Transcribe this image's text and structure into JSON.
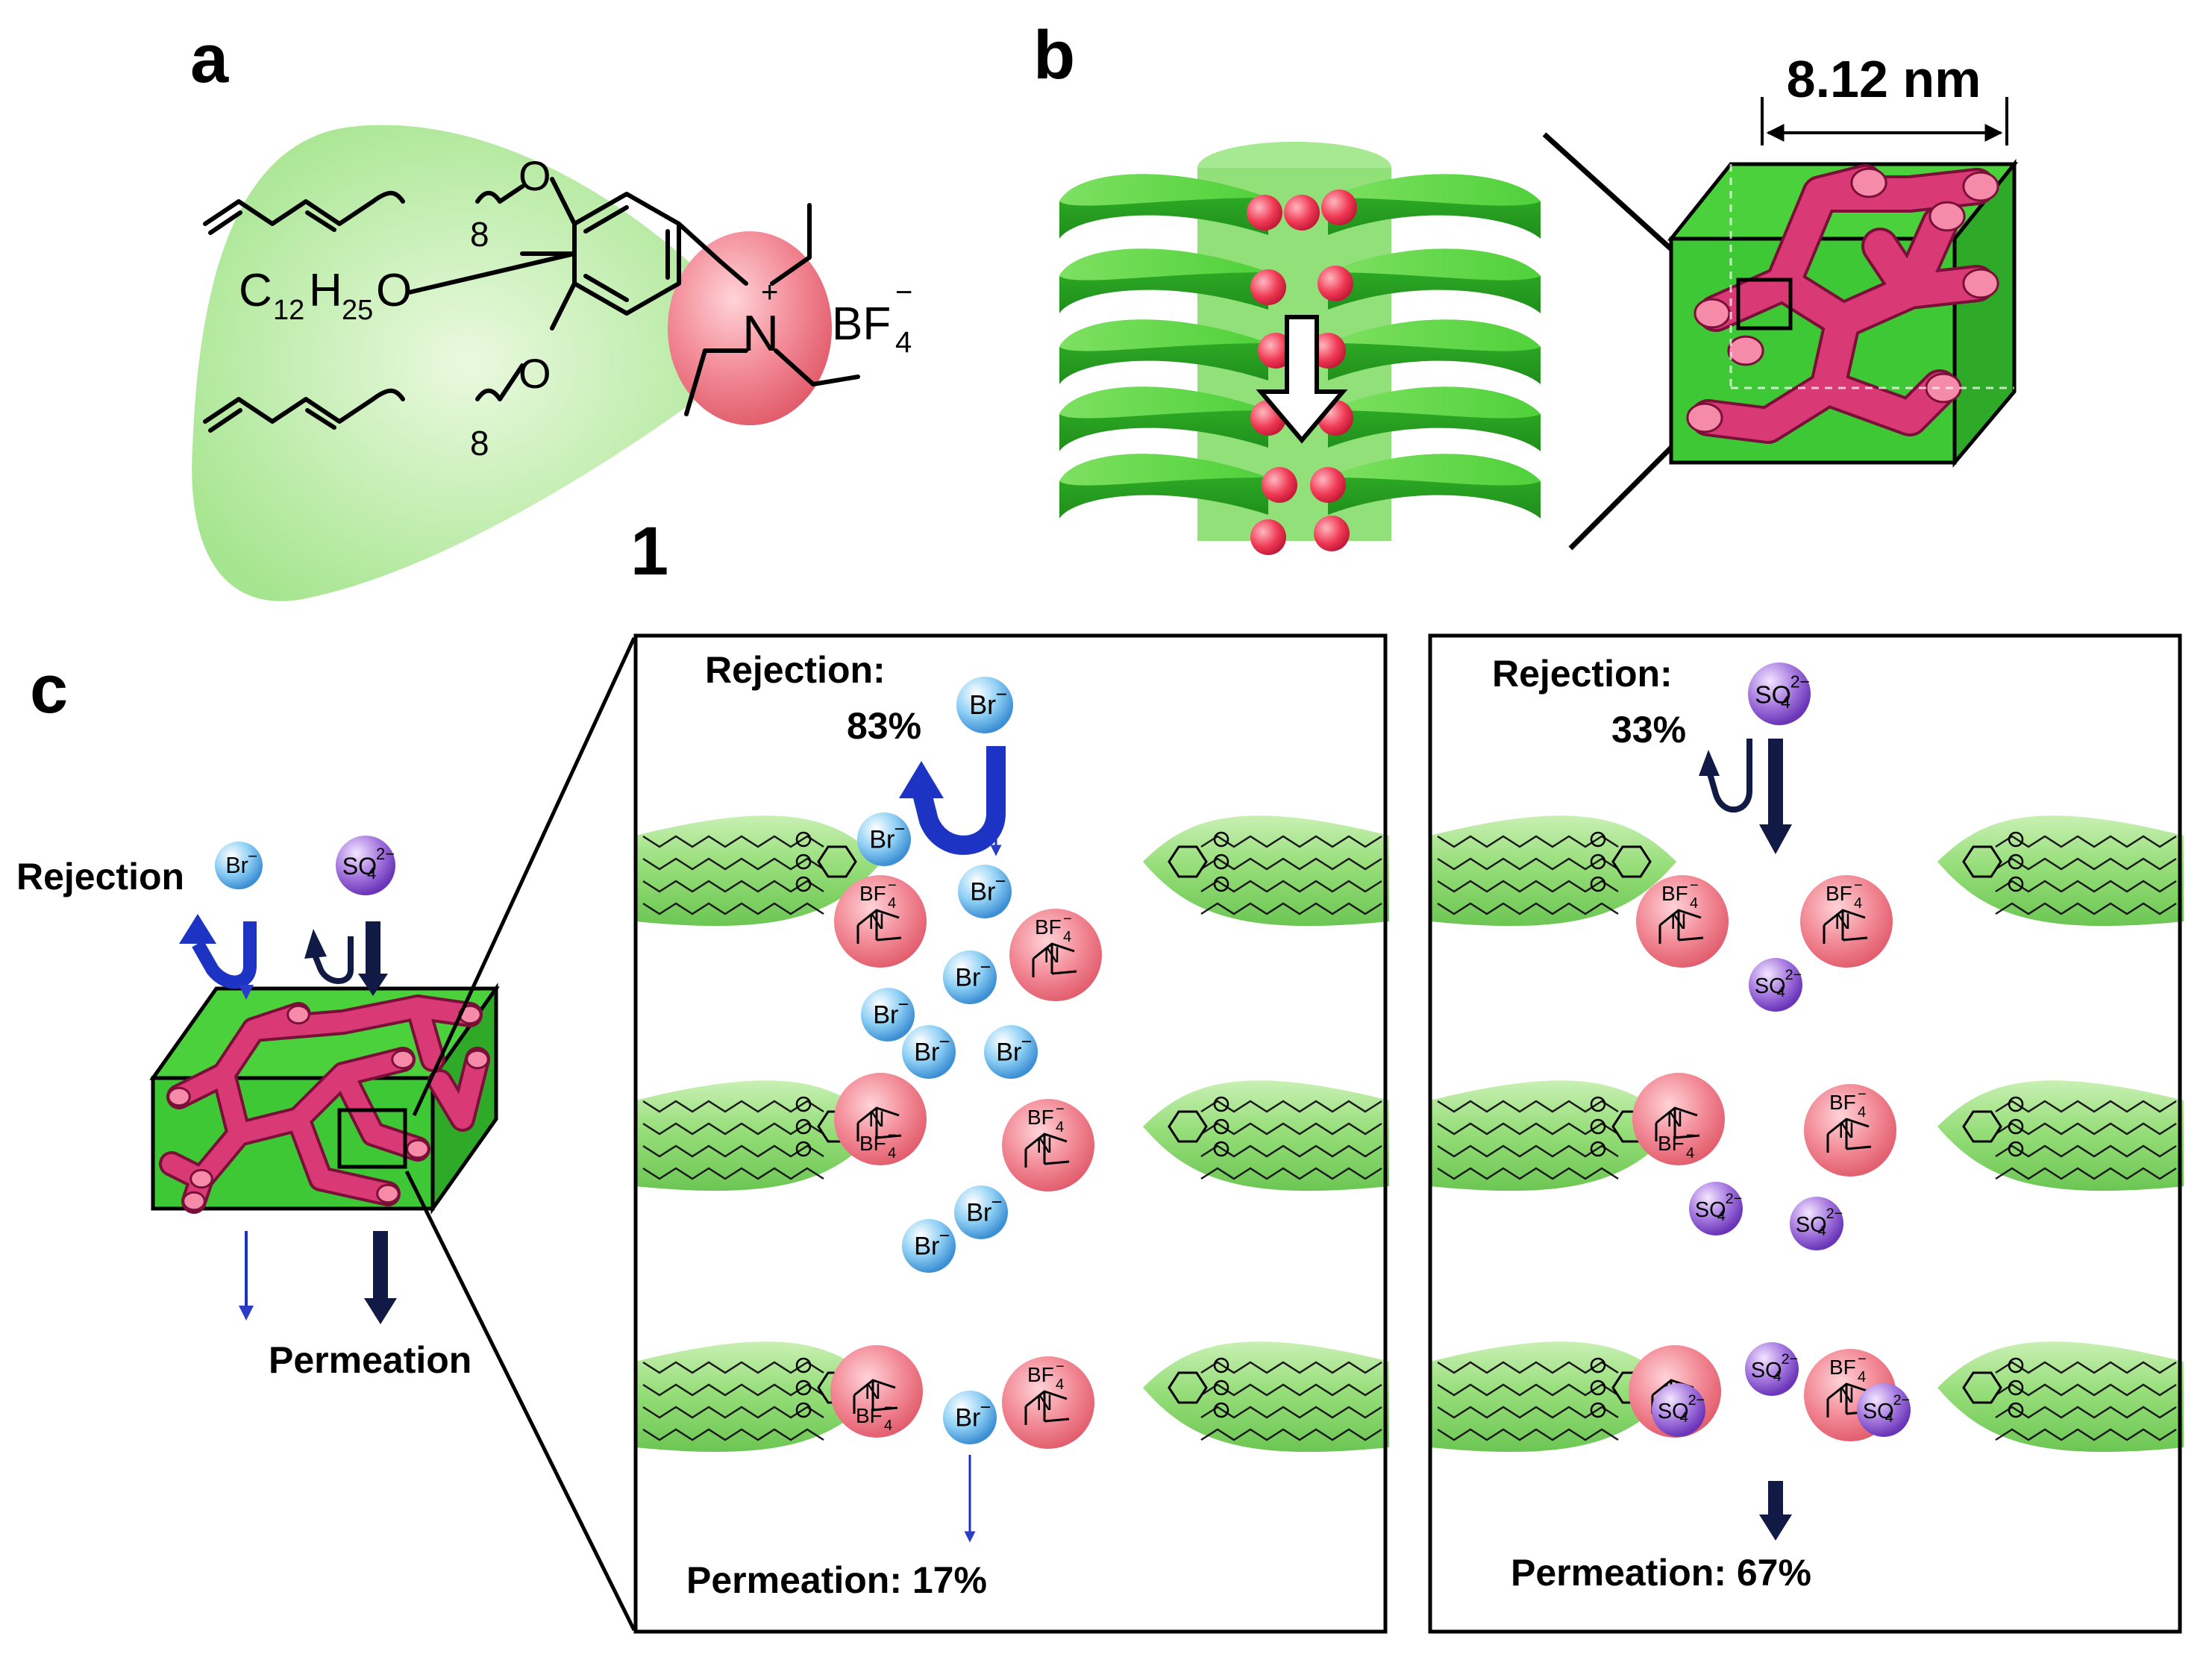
{
  "panels": {
    "a": {
      "label": "a",
      "compound_number": "1",
      "alkyl_group": {
        "c": "C",
        "n1": "12",
        "h": "H",
        "n2": "25",
        "o": "O"
      },
      "oxygen": "O",
      "chain_repeat": "8",
      "nitrogen": "N",
      "charge_plus": "+",
      "counterion": {
        "main": "BF",
        "sub": "4",
        "sup": "−"
      }
    },
    "b": {
      "label": "b",
      "dimension": "8.12 nm"
    },
    "c": {
      "label": "c",
      "overview": {
        "rejection_label": "Rejection",
        "permeation_label": "Permeation"
      },
      "bromide_zoom": {
        "rejection_label": "Rejection:",
        "rejection_value": "83%",
        "permeation_label": "Permeation: 17%"
      },
      "sulfate_zoom": {
        "rejection_label": "Rejection:",
        "rejection_value": "33%",
        "permeation_label": "Permeation: 67%"
      }
    }
  },
  "ions": {
    "bromide": {
      "symbol": "Br",
      "charge": "−",
      "color": "#5aa9e6"
    },
    "sulfate": {
      "symbol": "SO",
      "sub": "4",
      "charge": "2−",
      "color": "#8a4fd1"
    },
    "tetrafluoroborate": {
      "symbol": "BF",
      "sub": "4",
      "charge": "−"
    }
  },
  "colors": {
    "column_green": "#39c83c",
    "light_green": "#9fe28a",
    "headgroup_pink": "#f06a7a",
    "channel_magenta": "#c8235f",
    "arrow_blue": "#1d33c4",
    "arrow_navy": "#101a45"
  }
}
